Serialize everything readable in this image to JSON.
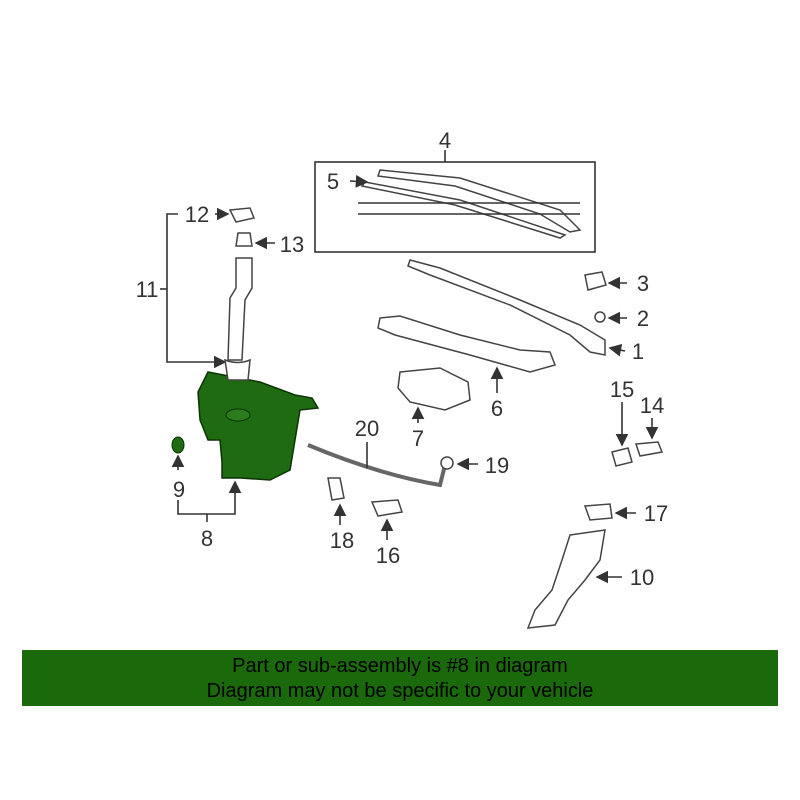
{
  "diagram": {
    "callouts": [
      "1",
      "2",
      "3",
      "4",
      "5",
      "6",
      "7",
      "8",
      "9",
      "10",
      "11",
      "12",
      "13",
      "14",
      "15",
      "16",
      "17",
      "18",
      "19",
      "20"
    ],
    "highlighted_part": "8",
    "highlight_color": "#1f6b12"
  },
  "banner": {
    "line1": "Part or sub-assembly is #8 in diagram",
    "line2": "Diagram may not be specific to your vehicle",
    "background": "#1a690a"
  }
}
